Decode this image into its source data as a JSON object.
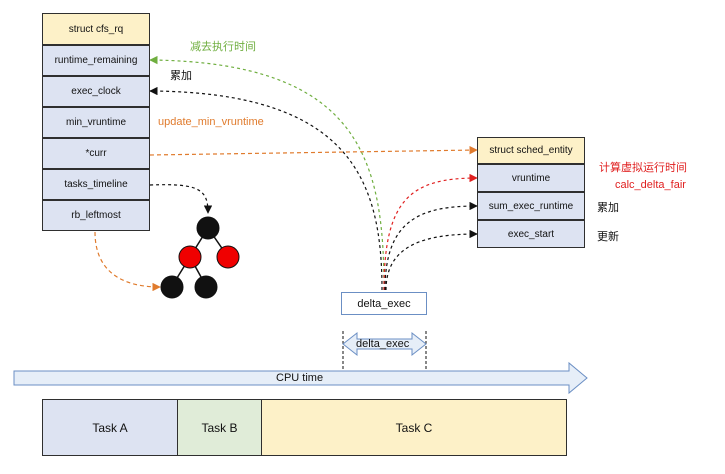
{
  "cfs_rq": {
    "title": "struct cfs_rq",
    "fields": [
      "runtime_remaining",
      "exec_clock",
      "min_vruntime",
      "*curr",
      "tasks_timeline",
      "rb_leftmost"
    ]
  },
  "sched_entity": {
    "title": "struct sched_entity",
    "fields": [
      "vruntime",
      "sum_exec_runtime",
      "exec_start"
    ]
  },
  "annotations": {
    "subtract": "减去执行时间",
    "accumulate_left": "累加",
    "update_min": "update_min_vruntime",
    "calc_virtual": "计算虚拟运行时间",
    "calc_func": "calc_delta_fair",
    "accumulate_right": "累加",
    "update": "更新"
  },
  "delta": {
    "box_label": "delta_exec",
    "span_label": "delta_exec"
  },
  "timeline": {
    "label": "CPU time"
  },
  "tasks": [
    {
      "label": "Task A",
      "color": "#dde3f2"
    },
    {
      "label": "Task B",
      "color": "#e0ecd8"
    },
    {
      "label": "Task C",
      "color": "#fdf1c8"
    }
  ],
  "tree": {
    "colors": [
      "black",
      "red",
      "red",
      "black",
      "black"
    ]
  },
  "colors": {
    "green": "#6fae3f",
    "orange": "#e07b2d",
    "red": "#e02020",
    "black": "#111111",
    "arrow_fill": "#e6eef8",
    "arrow_stroke": "#6b8fc4"
  }
}
